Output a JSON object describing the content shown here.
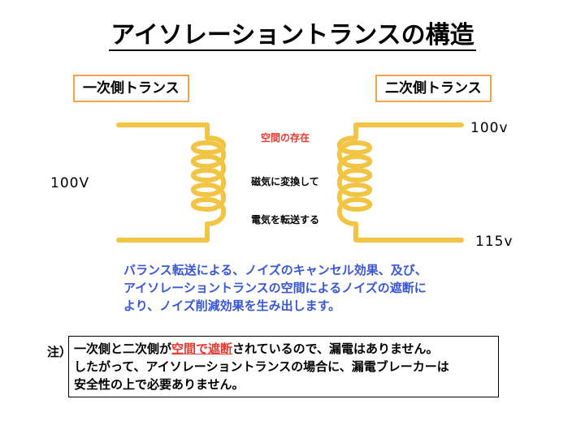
{
  "title": "アイソレーショントランスの構造",
  "labels": {
    "primary": "一次側トランス",
    "secondary": "二次側トランス"
  },
  "voltages": {
    "input": "100V",
    "output_top": "100v",
    "output_bottom": "115v"
  },
  "middle": {
    "gap": "空間の存在",
    "magnetic": "磁気に変換して",
    "electric": "電気を転送する"
  },
  "description": [
    "バランス転送による、ノイズのキャンセル効果、及び、",
    "アイソレーショントランスの空間によるノイズの遮断に",
    "より、ノイズ削減効果を生み出します。"
  ],
  "note": {
    "label": "注）",
    "line1_before": "一次側と二次側が",
    "line1_highlight": "空間で遮断",
    "line1_after": "されているので、漏電はありません。",
    "line2": "したがって、アイソレーショントランスの場合に、漏電ブレーカーは",
    "line3": "安全性の上で必要ありません。"
  },
  "colors": {
    "coil": "#f2c443",
    "label_border": "#f0a24e",
    "accent_red": "#e53a2f",
    "description_blue": "#3a57d3"
  }
}
